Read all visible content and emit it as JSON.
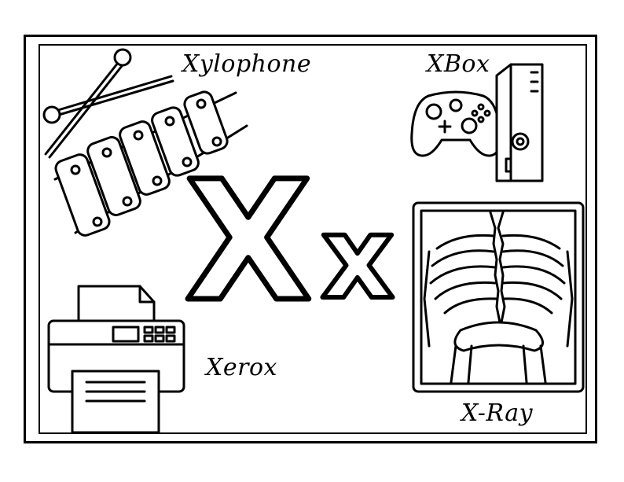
{
  "letters": {
    "upper": "X",
    "lower": "x"
  },
  "labels": {
    "xylophone": "Xylophone",
    "xbox": "XBox",
    "xerox": "Xerox",
    "xray": "X-Ray"
  },
  "colors": {
    "ink": "#000000",
    "paper": "#ffffff"
  },
  "icons": [
    "xylophone-icon",
    "game-controller-icon",
    "console-icon",
    "printer-icon",
    "xray-film-icon"
  ]
}
